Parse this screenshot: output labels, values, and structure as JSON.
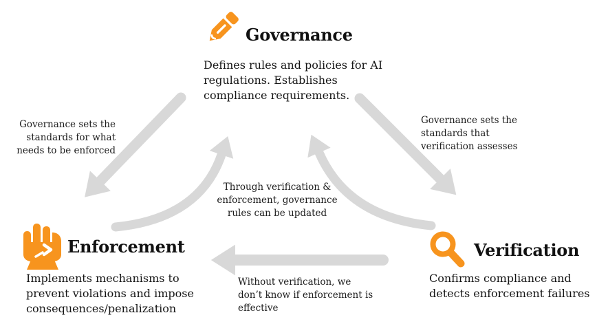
{
  "colors": {
    "accent": "#F7941E",
    "arrow": "#D8D8D8",
    "text": "#1A1A1A",
    "background": "#FFFFFF"
  },
  "nodes": {
    "governance": {
      "title": "Governance",
      "icon": "pencil-icon",
      "description": "Defines rules and policies for AI\nregulations. Establishes\ncompliance requirements."
    },
    "enforcement": {
      "title": "Enforcement",
      "icon": "fist-icon",
      "description": "Implements mechanisms to\nprevent violations and impose\nconsequences/penalization"
    },
    "verification": {
      "title": "Verification",
      "icon": "magnifier-icon",
      "description": "Confirms compliance and\ndetects enforcement failures"
    }
  },
  "edges": {
    "governance_to_enforcement": {
      "label": "Governance sets the\nstandards for what\nneeds to be enforced"
    },
    "governance_to_verification": {
      "label": "Governance sets the\nstandards that\nverification assesses"
    },
    "feedback_to_governance": {
      "label": "Through verification &\nenforcement, governance\nrules can be updated"
    },
    "verification_to_enforcement": {
      "label": "Without verification, we\ndon’t know if enforcement is\neffective"
    }
  }
}
